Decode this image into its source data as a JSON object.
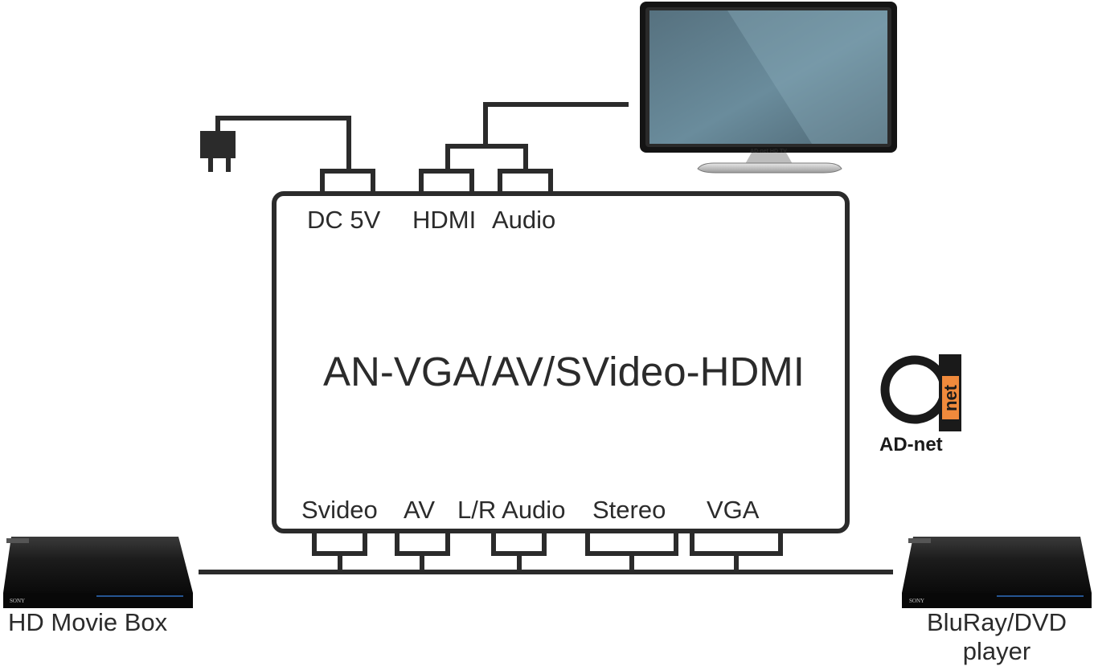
{
  "device": {
    "model": "AN-VGA/AV/SVideo-HDMI",
    "top_ports": [
      "DC 5V",
      "HDMI",
      "Audio"
    ],
    "bottom_ports": [
      "Svideo",
      "AV",
      "L/R Audio",
      "Stereo",
      "VGA"
    ]
  },
  "tv": {
    "brand_label": "AD-net HD TV"
  },
  "sources": {
    "left": {
      "label": "HD Movie Box",
      "brand": "SONY"
    },
    "right": {
      "label_line1": "BluRay/DVD",
      "label_line2": "player",
      "brand": "SONY"
    }
  },
  "logo": {
    "glyph": "a",
    "vertical_text": "net",
    "wordmark": "AD-net",
    "accent_color": "#f08a3c"
  },
  "colors": {
    "line": "#2b2b2b",
    "text": "#2b2b2b",
    "screen": "#5b7a89"
  }
}
